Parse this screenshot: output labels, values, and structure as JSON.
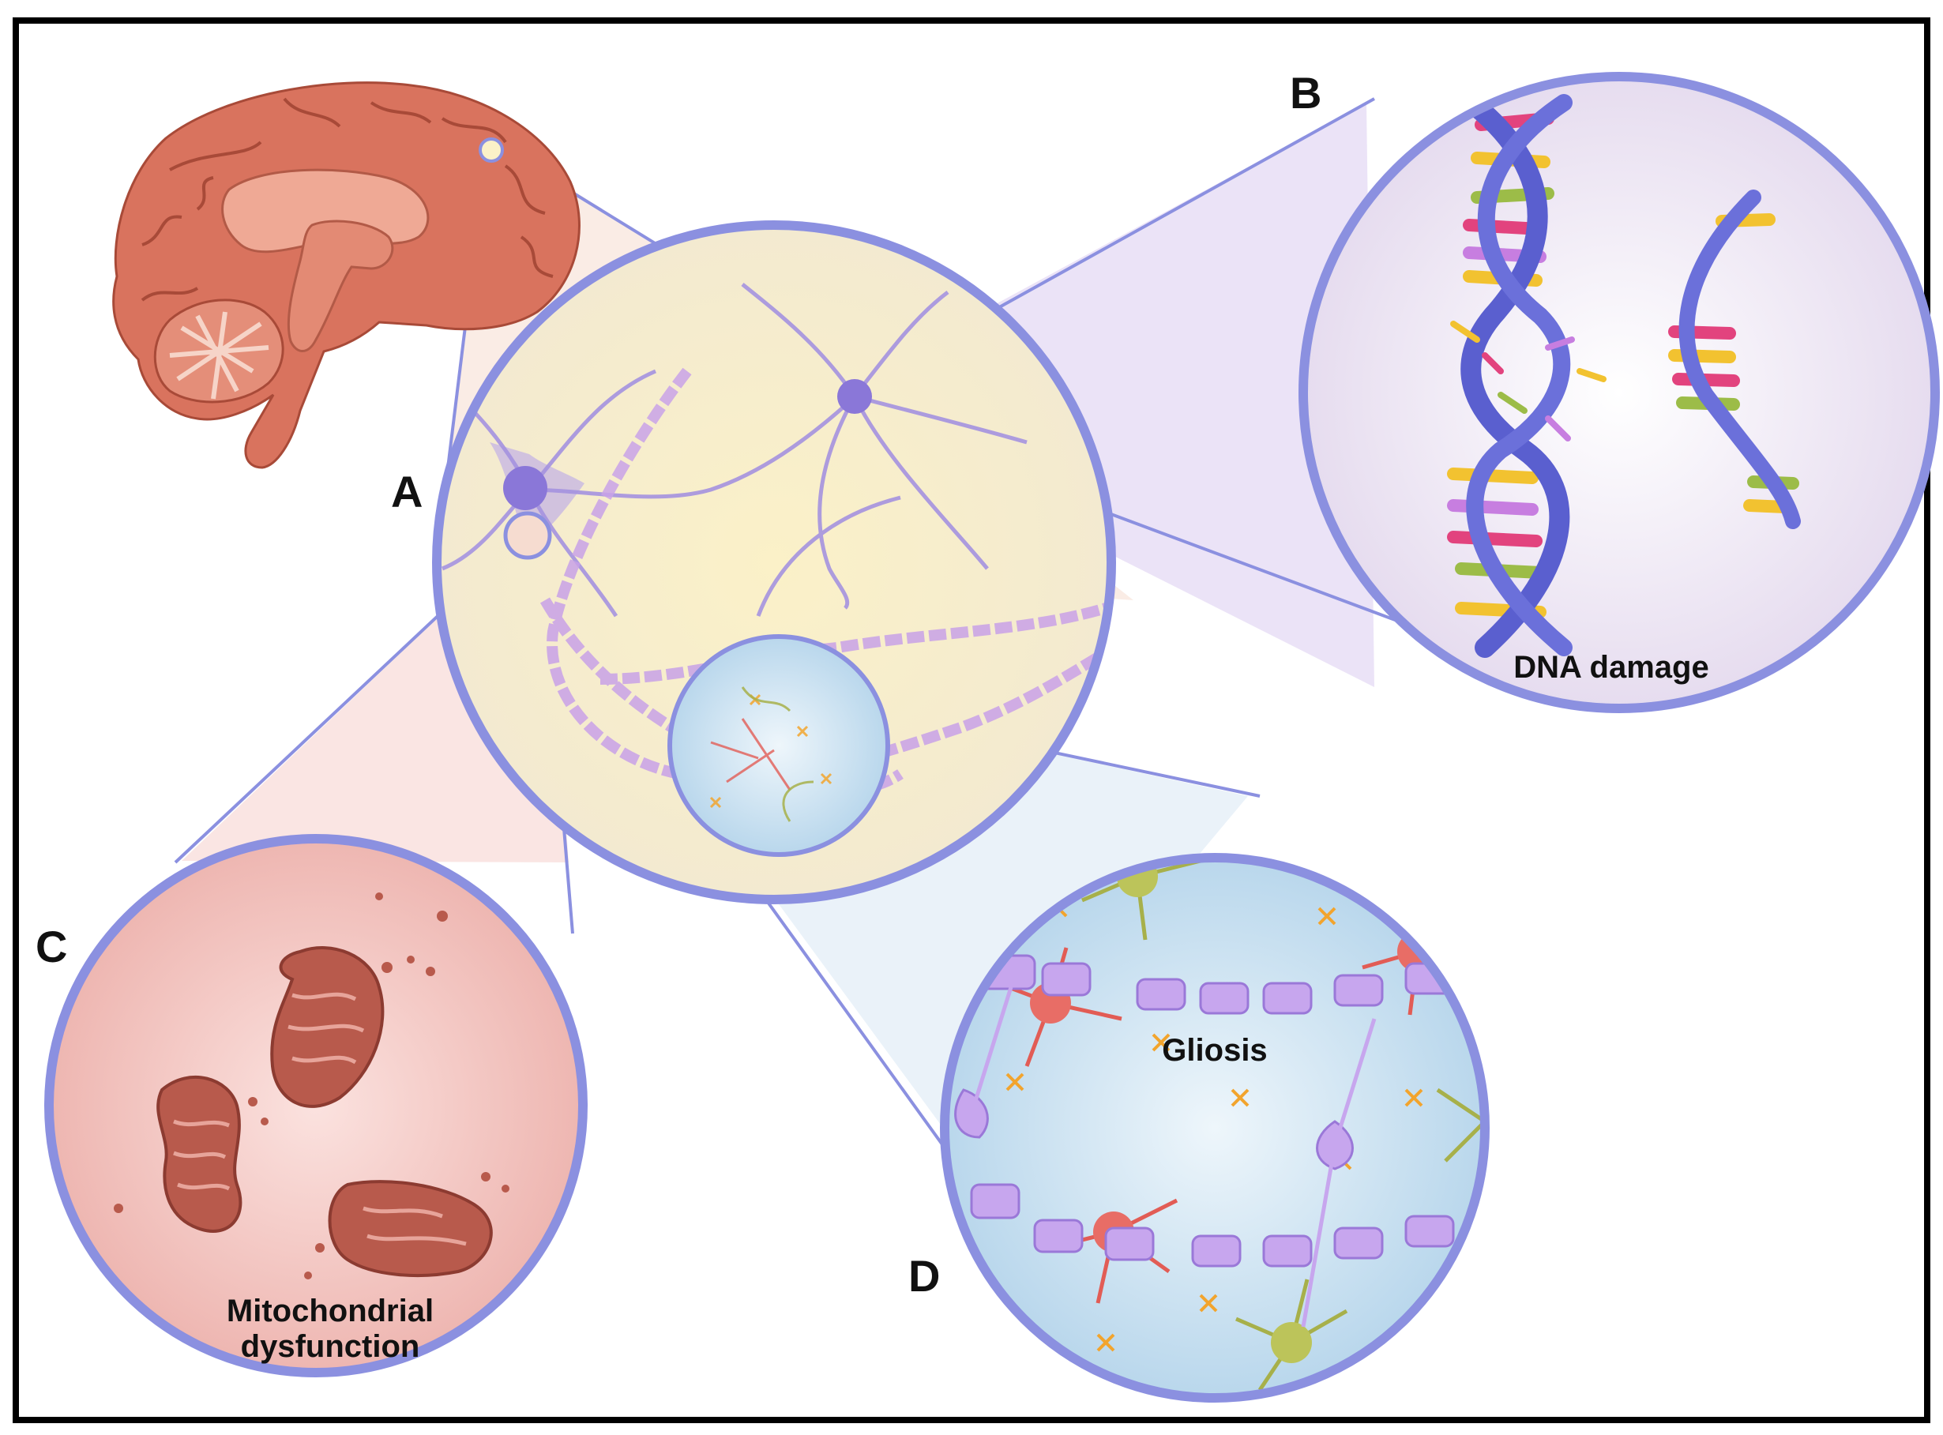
{
  "panels": {
    "a": {
      "letter": "A"
    },
    "b": {
      "letter": "B",
      "caption": "DNA damage"
    },
    "c": {
      "letter": "C",
      "caption_line1": "Mitochondrial",
      "caption_line2": "dysfunction"
    },
    "d": {
      "letter": "D",
      "caption": "Gliosis"
    }
  },
  "colors": {
    "frame": "#000000",
    "circle_border": "#8b90e0",
    "neuron": "#a593e0",
    "brain": "#d9735e",
    "mito": "#b85a4c",
    "dna_backbone": "#5a5fcf",
    "astrocyte": "#f2a42d",
    "microglia": "#e25c55",
    "oligodendrocyte": "#a7b04a"
  },
  "icons": [
    "brain-icon",
    "neuron-icon",
    "dna-helix-icon",
    "mitochondrion-icon",
    "glial-cell-icon",
    "myelinated-axon-icon"
  ]
}
